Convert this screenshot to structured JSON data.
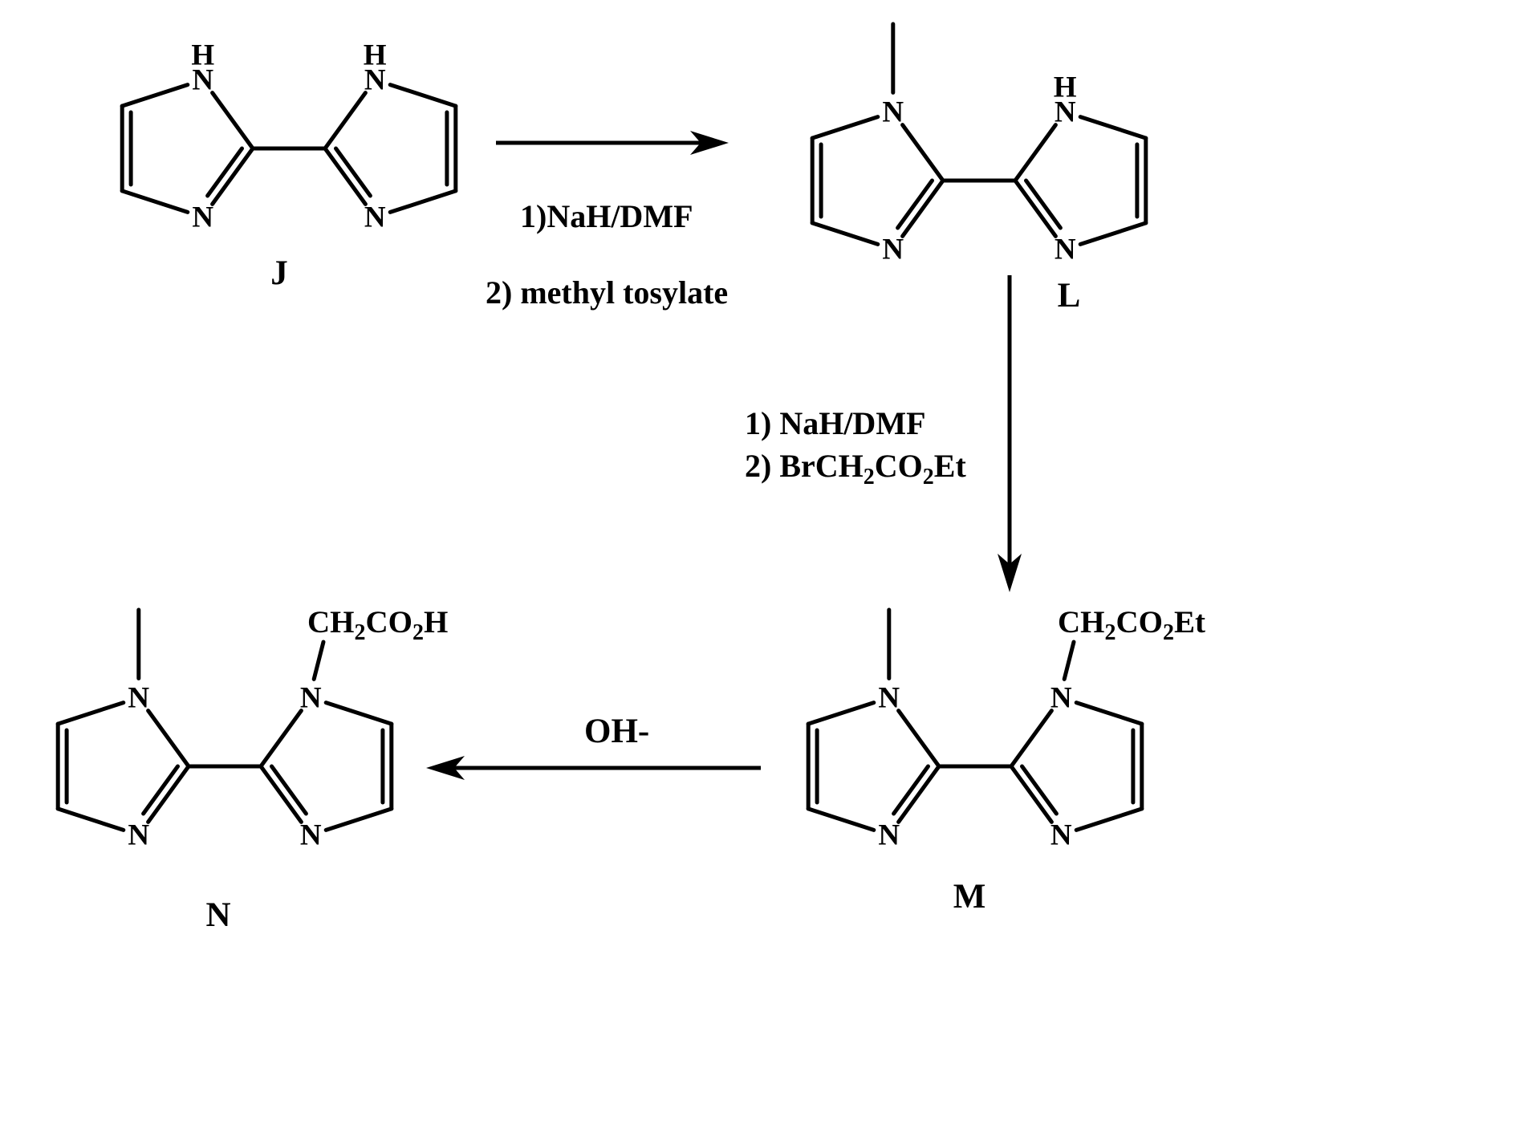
{
  "colors": {
    "ink": "#000000",
    "background": "#ffffff"
  },
  "atoms": {
    "n": "N",
    "h": "H"
  },
  "compounds": {
    "j": {
      "label": "J"
    },
    "l": {
      "label": "L"
    },
    "m": {
      "label": "M",
      "sub": {
        "p1": "CH",
        "s1": "2",
        "p2": "CO",
        "s2": "2",
        "p3": "Et"
      }
    },
    "n": {
      "label": "N",
      "sub": {
        "p1": "CH",
        "s1": "2",
        "p2": "CO",
        "s2": "2",
        "p3": "H"
      }
    }
  },
  "reactions": {
    "step1": {
      "line1": "1)NaH/DMF",
      "line2": "2) methyl tosylate"
    },
    "step2": {
      "line1": "1) NaH/DMF",
      "line2": {
        "p1": "2) BrCH",
        "s1": "2",
        "p2": "CO",
        "s2": "2",
        "p3": "Et"
      }
    },
    "step3": {
      "reagent": "OH-"
    }
  }
}
